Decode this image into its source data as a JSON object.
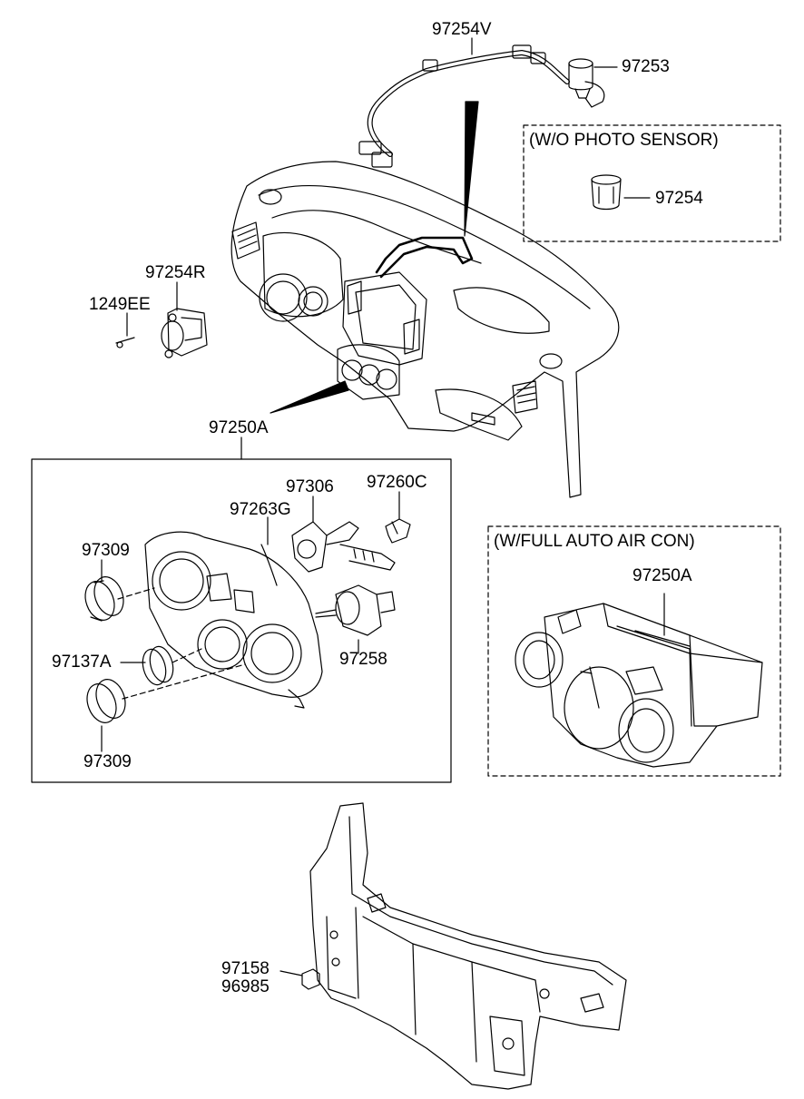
{
  "labels": {
    "p97254V": "97254V",
    "p97253": "97253",
    "p97254": "97254",
    "p97254R": "97254R",
    "p1249EE": "1249EE",
    "p97250A_main": "97250A",
    "p97306": "97306",
    "p97260C": "97260C",
    "p97263G": "97263G",
    "p97309_top": "97309",
    "p97137A": "97137A",
    "p97258": "97258",
    "p97309_bottom": "97309",
    "p97250A_auto": "97250A",
    "p97158": "97158",
    "p96985": "96985"
  },
  "boxes": {
    "photo_sensor": "(W/O PHOTO SENSOR)",
    "auto_aircon": "(W/FULL AUTO AIR CON)"
  },
  "colors": {
    "line": "#000000",
    "background": "#ffffff"
  }
}
